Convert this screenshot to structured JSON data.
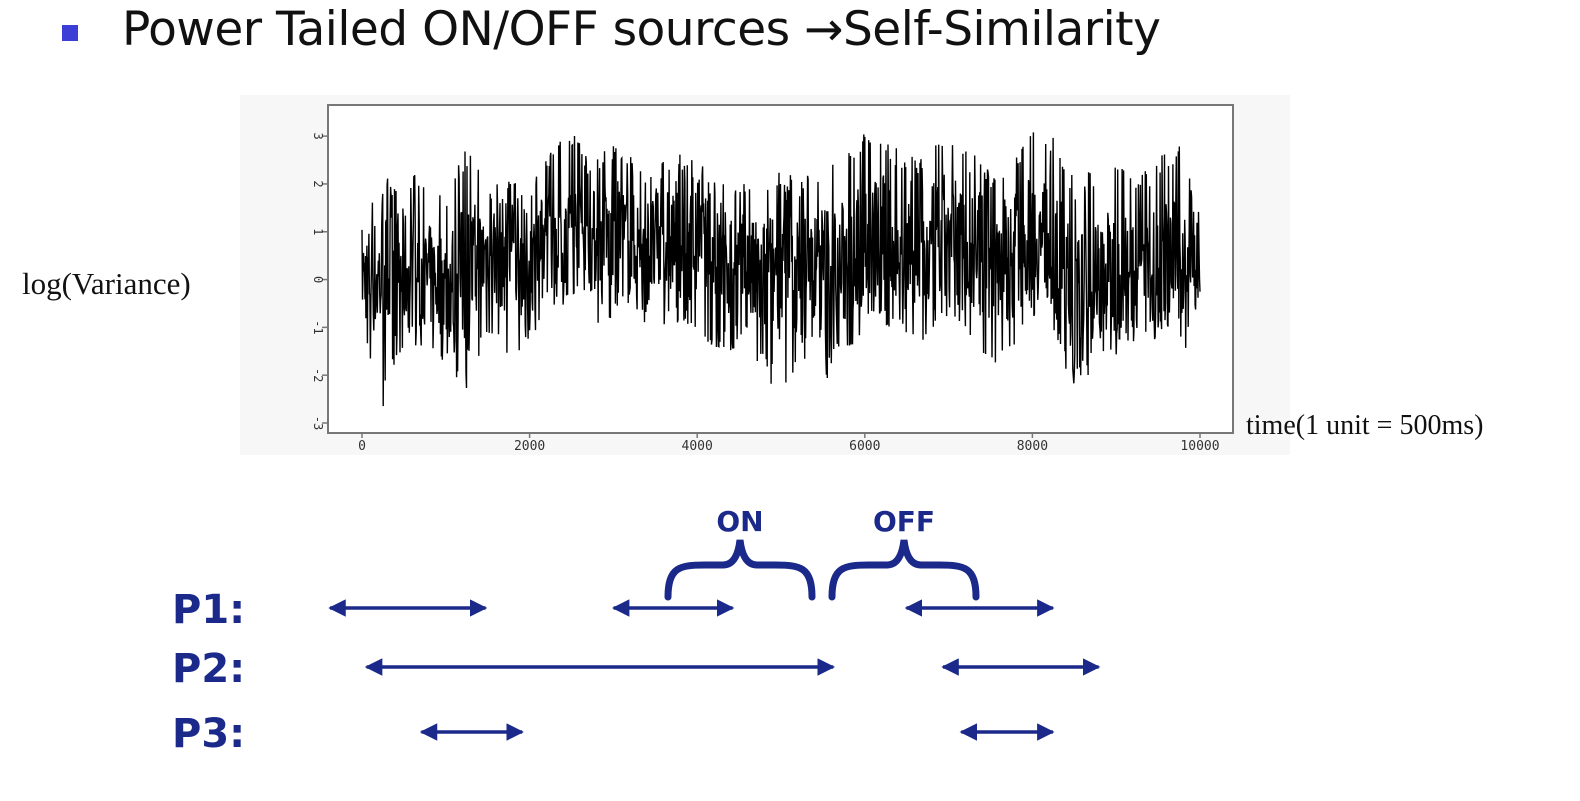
{
  "slide": {
    "bullet_text": "Power Tailed ON/OFF sources →Self-Similarity"
  },
  "chart_data": {
    "type": "line",
    "title": "",
    "xlabel": "time(1 unit = 500ms)",
    "ylabel": "log(Variance)",
    "xlim": [
      0,
      10000
    ],
    "ylim": [
      -3,
      3.4
    ],
    "xticks": [
      "0",
      "2000",
      "4000",
      "6000",
      "8000",
      "10000"
    ],
    "yticks": [
      "-3",
      "-2",
      "-1",
      "0",
      "1",
      "2",
      "3"
    ],
    "grid": false,
    "series": [
      {
        "color": "#000000",
        "x": [
          0,
          250,
          500,
          750,
          1000,
          1250,
          1500,
          1750,
          2000,
          2250,
          2500,
          2750,
          3000,
          3250,
          3500,
          3750,
          4000,
          4250,
          4500,
          4750,
          5000,
          5250,
          5500,
          5750,
          6000,
          6250,
          6500,
          6750,
          7000,
          7250,
          7500,
          7750,
          8000,
          8250,
          8500,
          8750,
          9000,
          9250,
          9500,
          9750,
          10000
        ],
        "y": [
          0.1,
          0.0,
          0.2,
          0.1,
          -0.1,
          0.0,
          0.6,
          0.5,
          0.3,
          0.9,
          1.0,
          0.8,
          0.9,
          0.7,
          0.6,
          0.9,
          0.7,
          0.4,
          0.2,
          0.0,
          0.3,
          0.0,
          0.2,
          0.3,
          0.8,
          0.9,
          0.4,
          0.5,
          0.9,
          0.6,
          0.4,
          0.5,
          0.9,
          0.8,
          -0.6,
          0.0,
          0.2,
          0.1,
          0.4,
          0.2,
          0.1
        ],
        "envelope_low": [
          -1.2,
          -2.7,
          -1.5,
          -1.4,
          -1.8,
          -2.3,
          -1.1,
          -1.7,
          -1.3,
          -0.6,
          -0.5,
          -0.9,
          -1.0,
          -0.8,
          -1.4,
          -1.0,
          -1.1,
          -1.5,
          -1.6,
          -1.9,
          -2.5,
          -1.9,
          -2.2,
          -1.6,
          -1.1,
          -1.0,
          -1.4,
          -1.6,
          -0.9,
          -1.4,
          -1.8,
          -1.7,
          -0.9,
          -1.1,
          -2.4,
          -1.8,
          -1.7,
          -1.5,
          -1.2,
          -1.5,
          -1.4
        ],
        "envelope_high": [
          1.5,
          2.0,
          2.5,
          1.9,
          1.8,
          2.8,
          2.1,
          2.2,
          2.0,
          2.8,
          3.1,
          2.5,
          2.9,
          2.6,
          2.3,
          2.9,
          2.5,
          2.0,
          2.2,
          1.8,
          2.3,
          2.2,
          2.4,
          2.6,
          3.1,
          3.0,
          2.5,
          2.8,
          3.4,
          2.7,
          2.4,
          2.4,
          3.1,
          3.1,
          2.1,
          2.4,
          2.4,
          2.2,
          2.6,
          2.9,
          1.4
        ]
      }
    ]
  },
  "diagram": {
    "rows": [
      {
        "label": "P1:",
        "intervals": [
          [
            0.0,
            0.17
          ],
          [
            0.31,
            0.44
          ],
          [
            0.63,
            0.79
          ]
        ]
      },
      {
        "label": "P2:",
        "intervals": [
          [
            0.04,
            0.55
          ],
          [
            0.67,
            0.84
          ]
        ]
      },
      {
        "label": "P3:",
        "intervals": [
          [
            0.1,
            0.21
          ],
          [
            0.69,
            0.79
          ]
        ]
      }
    ],
    "on_label": "ON",
    "off_label": "OFF",
    "arrow_color": "#1b2a8a"
  }
}
